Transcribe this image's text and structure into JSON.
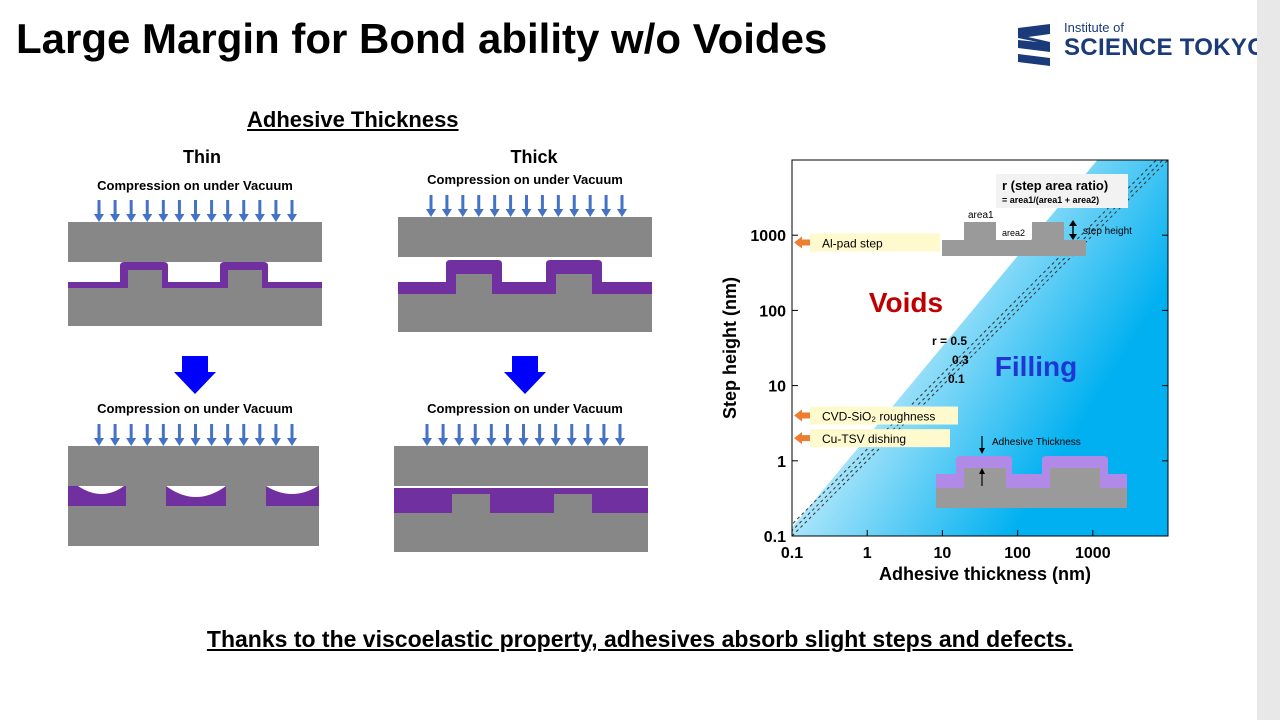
{
  "slide": {
    "title": "Large Margin for Bond ability w/o Voides",
    "footer": "Thanks to the viscoelastic property, adhesives absorb slight steps and defects."
  },
  "logo": {
    "line1": "Institute of",
    "line2": "SCIENCE TOKYO",
    "color": "#1b3a7a"
  },
  "diagram": {
    "title": "Adhesive Thickness",
    "thin_label": "Thin",
    "thick_label": "Thick",
    "compression_caption": "Compression on under Vacuum",
    "colors": {
      "substrate": "#878787",
      "adhesive": "#7030a0",
      "arrow": "#4472c4",
      "big_arrow": "#0000ff"
    }
  },
  "chart_data": {
    "type": "scatter",
    "xlabel": "Adhesive thickness (nm)",
    "ylabel": "Step height (nm)",
    "xscale": "log",
    "yscale": "log",
    "xlim": [
      0.1,
      10000
    ],
    "ylim": [
      0.1,
      10000
    ],
    "x_ticks": [
      "0.1",
      "1",
      "10",
      "100",
      "1000"
    ],
    "y_ticks": [
      "0.1",
      "1",
      "10",
      "100",
      "1000"
    ],
    "regions": [
      {
        "label": "Voids",
        "color": "#c00000"
      },
      {
        "label": "Filling",
        "color": "#1f35d6"
      }
    ],
    "boundary_lines": {
      "label_prefix": "r = ",
      "r_values": [
        "0.5",
        "0.3",
        "0.1"
      ]
    },
    "step_markers": [
      {
        "label": "Al-pad step",
        "step_height_nm": 800
      },
      {
        "label": "CVD-SiO₂ roughness",
        "step_height_nm": 4
      },
      {
        "label": "Cu-TSV dishing",
        "step_height_nm": 2
      }
    ],
    "inset_step": {
      "r_label": "r (step area ratio)",
      "formula": "= area1/(area1 + area2)",
      "area1": "area1",
      "area2": "area2",
      "step_height": "step height"
    },
    "inset_adhesive": {
      "label": "Adhesive Thickness"
    },
    "gradient_colors": [
      "#ffffff",
      "#00b0f0"
    ],
    "marker_color": "#ed7d31",
    "label_bg": "#fffacd"
  }
}
